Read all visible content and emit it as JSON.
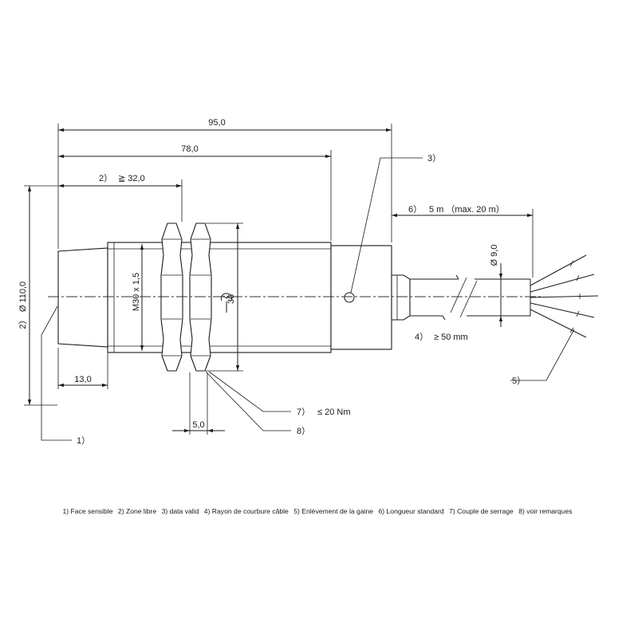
{
  "dimensions": {
    "overall_length": "95,0",
    "housing_length": "78,0",
    "free_zone": "≧ 32,0",
    "diameter": "Ø 110,0",
    "front_length": "13,0",
    "thread": "M30 x 1,5",
    "wrench_size": "36",
    "nut_width": "5,0",
    "cable_diameter": "Ø 9,0",
    "cable_length": "5 m （max. 20 m）",
    "bend_radius": "≥ 50 mm",
    "torque": "≤ 20 Nm"
  },
  "callouts": {
    "c1": "1）",
    "c2": "2）",
    "c2b": "2）",
    "c3": "3）",
    "c4": "4）",
    "c5": "5）",
    "c6": "6）",
    "c7": "7）",
    "c8": "8）"
  },
  "legend": [
    "1) Face sensible",
    "2) Zone libre",
    "3) data valid",
    "4) Rayon de courbure câble",
    "5) Enlèvement de la gaine",
    "6) Longueur standard",
    "7) Couple de serrage",
    "8) voir remarques"
  ]
}
